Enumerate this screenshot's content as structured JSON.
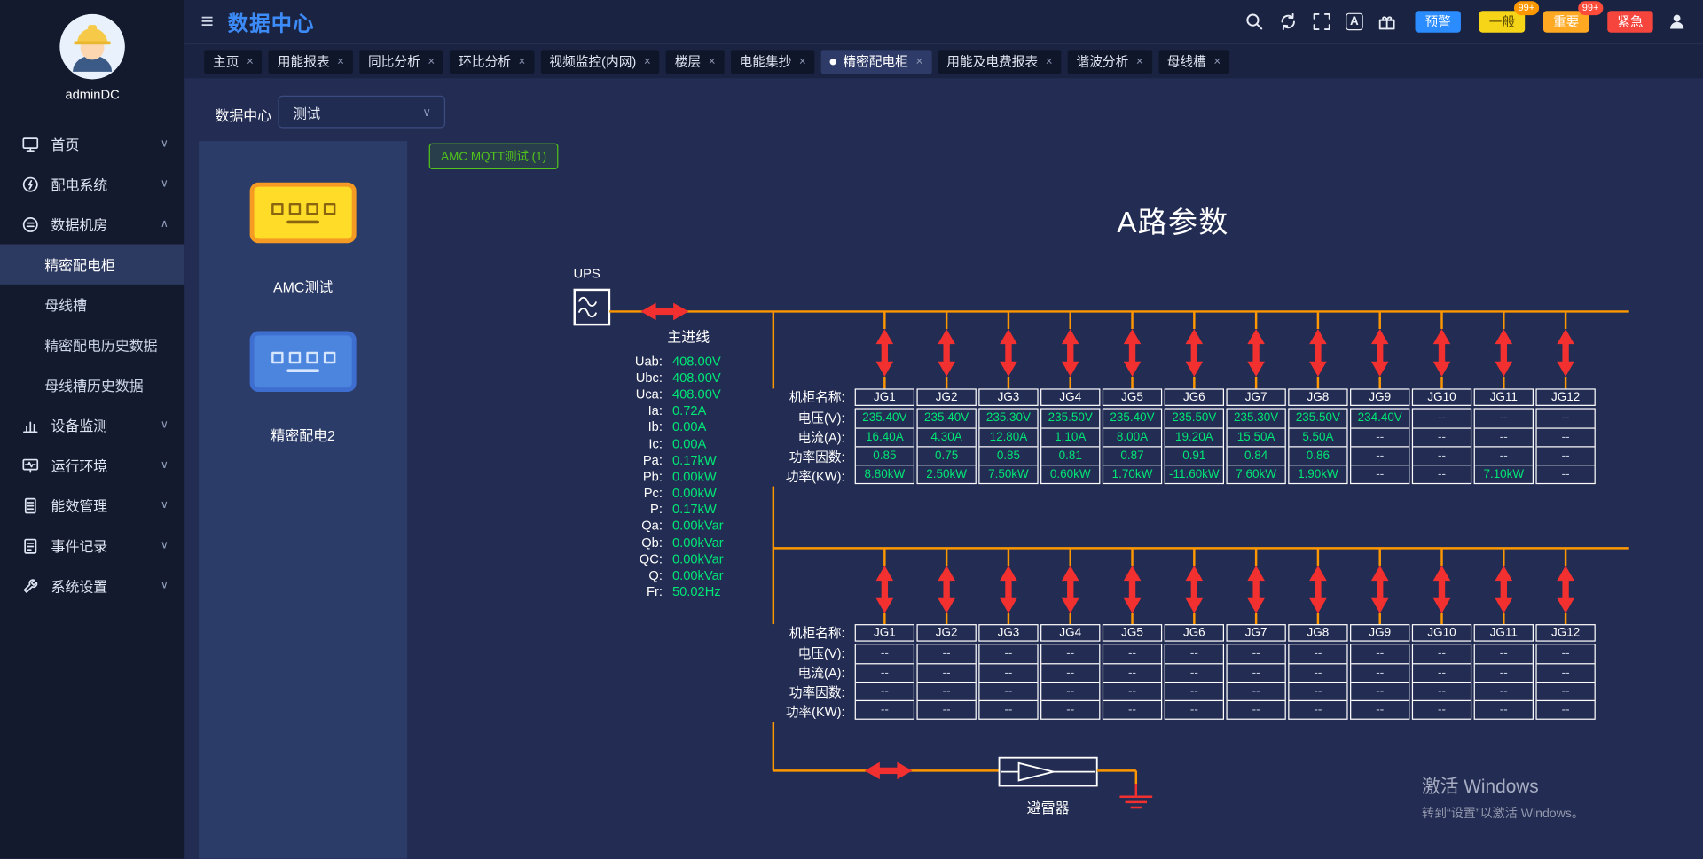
{
  "colors": {
    "accent": "#3d8bf8",
    "green": "#00e676",
    "tag-green": "#52c41a",
    "line-orange": "#ff9800",
    "breaker-red": "#f23030",
    "table-border": "#ffffff"
  },
  "header": {
    "title": "数据中心",
    "font_icon_label": "A",
    "alerts": [
      {
        "id": "forewarn",
        "label": "预警",
        "bg": "#2a8cff",
        "fg": "#ffffff"
      },
      {
        "id": "general",
        "label": "一般",
        "bg": "#f6d519",
        "fg": "#5b4a00",
        "badge": "99+",
        "badge_bg": "#ff9800"
      },
      {
        "id": "important",
        "label": "重要",
        "bg": "#ffa922",
        "fg": "#ffffff",
        "badge": "99+",
        "badge_bg": "#ff4b3a"
      },
      {
        "id": "critical",
        "label": "紧急",
        "bg": "#f5453d",
        "fg": "#ffffff"
      }
    ]
  },
  "sidebar": {
    "username": "adminDC",
    "items": [
      {
        "id": "home",
        "label": "首页",
        "icon": "home-icon",
        "chevron": "down"
      },
      {
        "id": "power-system",
        "label": "配电系统",
        "icon": "power-icon",
        "chevron": "down"
      },
      {
        "id": "data-room",
        "label": "数据机房",
        "icon": "server-room-icon",
        "chevron": "up",
        "expanded": true,
        "children": [
          {
            "id": "precision-cabinet",
            "label": "精密配电柜",
            "active": true
          },
          {
            "id": "busway",
            "label": "母线槽"
          },
          {
            "id": "precision-history",
            "label": "精密配电历史数据"
          },
          {
            "id": "busway-history",
            "label": "母线槽历史数据"
          }
        ]
      },
      {
        "id": "device-monitor",
        "label": "设备监测",
        "icon": "chart-icon",
        "chevron": "down"
      },
      {
        "id": "environment",
        "label": "运行环境",
        "icon": "env-icon",
        "chevron": "down"
      },
      {
        "id": "energy-mgmt",
        "label": "能效管理",
        "icon": "energy-icon",
        "chevron": "down"
      },
      {
        "id": "event-log",
        "label": "事件记录",
        "icon": "log-icon",
        "chevron": "down"
      },
      {
        "id": "system-settings",
        "label": "系统设置",
        "icon": "settings-icon",
        "chevron": "down"
      }
    ]
  },
  "tabs": [
    {
      "id": "home",
      "label": "主页"
    },
    {
      "id": "energy-report",
      "label": "用能报表"
    },
    {
      "id": "yoy-analysis",
      "label": "同比分析"
    },
    {
      "id": "mom-analysis",
      "label": "环比分析"
    },
    {
      "id": "video-monitor",
      "label": "视频监控(内网)"
    },
    {
      "id": "floor",
      "label": "楼层"
    },
    {
      "id": "meter-reading",
      "label": "电能集抄"
    },
    {
      "id": "precision-cabinet",
      "label": "精密配电柜",
      "active": true
    },
    {
      "id": "energy-fee-report",
      "label": "用能及电费报表"
    },
    {
      "id": "harmonic-analysis",
      "label": "谐波分析"
    },
    {
      "id": "busway",
      "label": "母线槽"
    }
  ],
  "filter": {
    "label": "数据中心",
    "value": "测试"
  },
  "device_list": [
    {
      "id": "amc-test",
      "label": "AMC测试",
      "variant": "yellow"
    },
    {
      "id": "precision-2",
      "label": "精密配电2",
      "variant": "blue"
    }
  ],
  "diagram": {
    "device_tag": "AMC MQTT测试 (1)",
    "title": "A路参数",
    "ups_label": "UPS",
    "feeder_label": "主进线",
    "arrester_label": "避雷器",
    "measurements": [
      {
        "name": "Uab:",
        "value": "408.00V"
      },
      {
        "name": "Ubc:",
        "value": "408.00V"
      },
      {
        "name": "Uca:",
        "value": "408.00V"
      },
      {
        "name": "Ia:",
        "value": "0.72A"
      },
      {
        "name": "Ib:",
        "value": "0.00A"
      },
      {
        "name": "Ic:",
        "value": "0.00A"
      },
      {
        "name": "Pa:",
        "value": "0.17kW"
      },
      {
        "name": "Pb:",
        "value": "0.00kW"
      },
      {
        "name": "Pc:",
        "value": "0.00kW"
      },
      {
        "name": "P:",
        "value": "0.17kW"
      },
      {
        "name": "Qa:",
        "value": "0.00kVar"
      },
      {
        "name": "Qb:",
        "value": "0.00kVar"
      },
      {
        "name": "QC:",
        "value": "0.00kVar"
      },
      {
        "name": "Q:",
        "value": "0.00kVar"
      },
      {
        "name": "Fr:",
        "value": "50.02Hz"
      }
    ],
    "tables": [
      {
        "row_labels": [
          "机柜名称:",
          "电压(V):",
          "电流(A):",
          "功率因数:",
          "功率(KW):"
        ],
        "columns": [
          "JG1",
          "JG2",
          "JG3",
          "JG4",
          "JG5",
          "JG6",
          "JG7",
          "JG8",
          "JG9",
          "JG10",
          "JG11",
          "JG12"
        ],
        "value_rows": [
          [
            "235.40V",
            "235.40V",
            "235.30V",
            "235.50V",
            "235.40V",
            "235.50V",
            "235.30V",
            "235.50V",
            "234.40V",
            "--",
            "--",
            "--"
          ],
          [
            "16.40A",
            "4.30A",
            "12.80A",
            "1.10A",
            "8.00A",
            "19.20A",
            "15.50A",
            "5.50A",
            "--",
            "--",
            "--",
            "--"
          ],
          [
            "0.85",
            "0.75",
            "0.85",
            "0.81",
            "0.87",
            "0.91",
            "0.84",
            "0.86",
            "--",
            "--",
            "--",
            "--"
          ],
          [
            "8.80kW",
            "2.50kW",
            "7.50kW",
            "0.60kW",
            "1.70kW",
            "-11.60kW",
            "7.60kW",
            "1.90kW",
            "--",
            "--",
            "7.10kW",
            "--"
          ]
        ]
      },
      {
        "row_labels": [
          "机柜名称:",
          "电压(V):",
          "电流(A):",
          "功率因数:",
          "功率(KW):"
        ],
        "columns": [
          "JG1",
          "JG2",
          "JG3",
          "JG4",
          "JG5",
          "JG6",
          "JG7",
          "JG8",
          "JG9",
          "JG10",
          "JG11",
          "JG12"
        ],
        "value_rows": [
          [
            "--",
            "--",
            "--",
            "--",
            "--",
            "--",
            "--",
            "--",
            "--",
            "--",
            "--",
            "--"
          ],
          [
            "--",
            "--",
            "--",
            "--",
            "--",
            "--",
            "--",
            "--",
            "--",
            "--",
            "--",
            "--"
          ],
          [
            "--",
            "--",
            "--",
            "--",
            "--",
            "--",
            "--",
            "--",
            "--",
            "--",
            "--",
            "--"
          ],
          [
            "--",
            "--",
            "--",
            "--",
            "--",
            "--",
            "--",
            "--",
            "--",
            "--",
            "--",
            "--"
          ]
        ]
      }
    ]
  },
  "watermark": {
    "line1": "激活 Windows",
    "line2": "转到“设置”以激活 Windows。"
  }
}
